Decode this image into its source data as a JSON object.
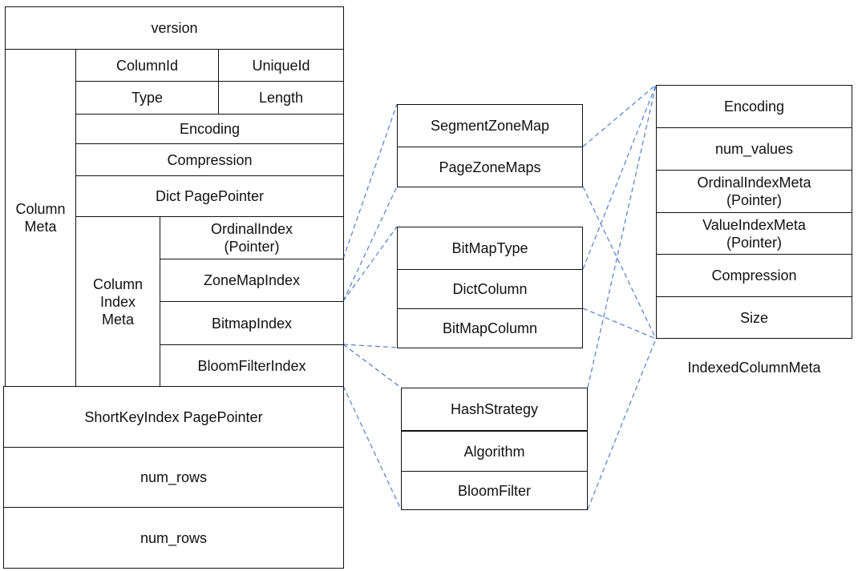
{
  "segment_footer": {
    "version": "version",
    "column_meta_label": "Column\nMeta",
    "column_id": "ColumnId",
    "unique_id": "UniqueId",
    "type": "Type",
    "length": "Length",
    "encoding": "Encoding",
    "compression": "Compression",
    "dict_page_pointer": "Dict PagePointer",
    "column_index_meta_label": "Column\nIndex\nMeta",
    "ordinal_index": "OrdinalIndex\n(Pointer)",
    "zone_map_index": "ZoneMapIndex",
    "bitmap_index": "BitmapIndex",
    "bloom_filter_index": "BloomFilterIndex",
    "short_key_index_page_pointer": "ShortKeyIndex PagePointer",
    "num_rows_1": "num_rows",
    "num_rows_2": "num_rows"
  },
  "zone_map": {
    "segment_zone_map": "SegmentZoneMap",
    "page_zone_maps": "PageZoneMaps"
  },
  "bitmap": {
    "bitmap_type": "BitMapType",
    "dict_column": "DictColumn",
    "bitmap_column": "BitMapColumn"
  },
  "bloom_filter": {
    "hash_strategy": "HashStrategy",
    "algorithm": "Algorithm",
    "bloom_filter": "BloomFilter"
  },
  "indexed_column_meta": {
    "encoding": "Encoding",
    "num_values": "num_values",
    "ordinal_index_meta": "OrdinalIndexMeta\n(Pointer)",
    "value_index_meta": "ValueIndexMeta\n(Pointer)",
    "compression": "Compression",
    "size": "Size",
    "caption": "IndexedColumnMeta"
  },
  "connector_color": "#4f7fd0"
}
